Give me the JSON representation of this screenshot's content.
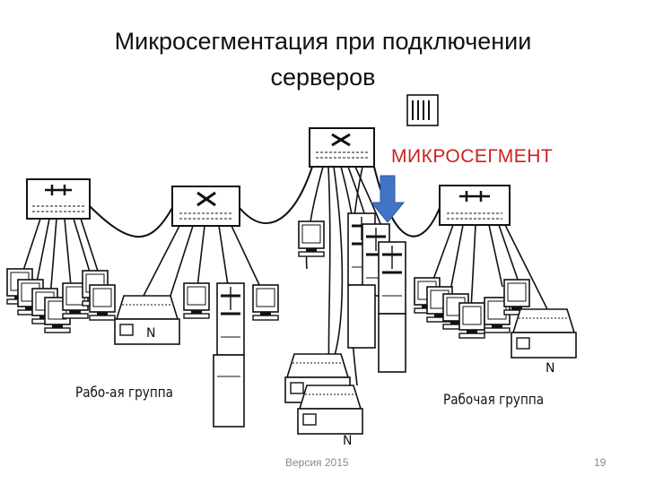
{
  "slide": {
    "title_line1": "Микросегментация при подключении",
    "title_line2": "серверов",
    "microsegment_label": "МИКРОСЕГМЕНТ",
    "workgroup_left": "Рабо-ая группа",
    "workgroup_right": "Рабочая группа",
    "footer": "Версия 2015",
    "page_number": "19",
    "printer_mark": "N"
  },
  "colors": {
    "microsegment_label": "#cc2020",
    "arrow": "#3f74c7",
    "footer": "#8a8a8a"
  }
}
